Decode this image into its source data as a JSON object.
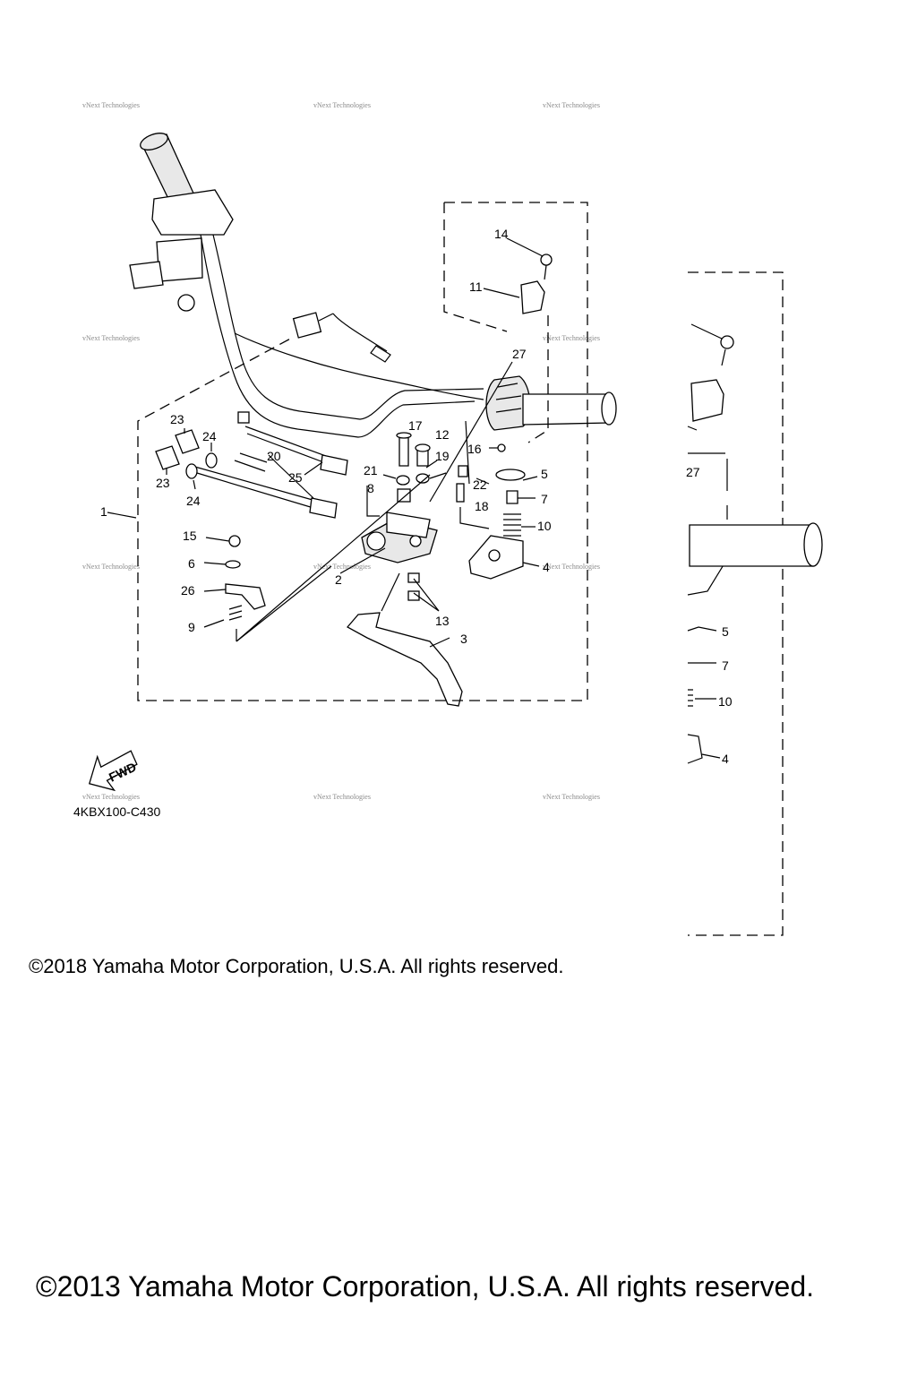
{
  "diagram": {
    "code": "4KBX100-C430",
    "fwd_label": "FWD",
    "watermark": "vNext Technologies",
    "callouts": {
      "c1": "1",
      "c2": "2",
      "c3": "3",
      "c4": "4",
      "c5": "5",
      "c6": "6",
      "c7": "7",
      "c8": "8",
      "c9": "9",
      "c10": "10",
      "c11": "11",
      "c12": "12",
      "c13": "13",
      "c14": "14",
      "c15": "15",
      "c16": "16",
      "c17": "17",
      "c18": "18",
      "c19": "19",
      "c20": "20",
      "c21": "21",
      "c22": "22",
      "c23a": "23",
      "c23b": "23",
      "c24a": "24",
      "c24b": "24",
      "c25": "25",
      "c26": "26",
      "c27": "27"
    },
    "inset_callouts": {
      "c27": "27",
      "c5": "5",
      "c7": "7",
      "c10": "10",
      "c4": "4"
    }
  },
  "footer": {
    "copyright_2018": "©2018 Yamaha Motor Corporation, U.S.A. All rights reserved.",
    "copyright_2013": "©2013 Yamaha Motor Corporation, U.S.A. All rights reserved."
  }
}
